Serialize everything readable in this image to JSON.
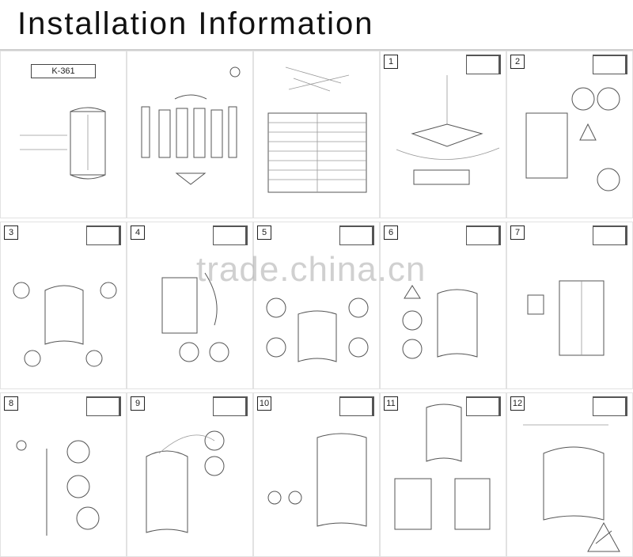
{
  "header": {
    "title": "Installation Information"
  },
  "model_label": "K-361",
  "steps": [
    "1",
    "2",
    "3",
    "4",
    "5",
    "6",
    "7",
    "8",
    "9",
    "10",
    "11",
    "12"
  ],
  "watermark": "trade.china.cn"
}
